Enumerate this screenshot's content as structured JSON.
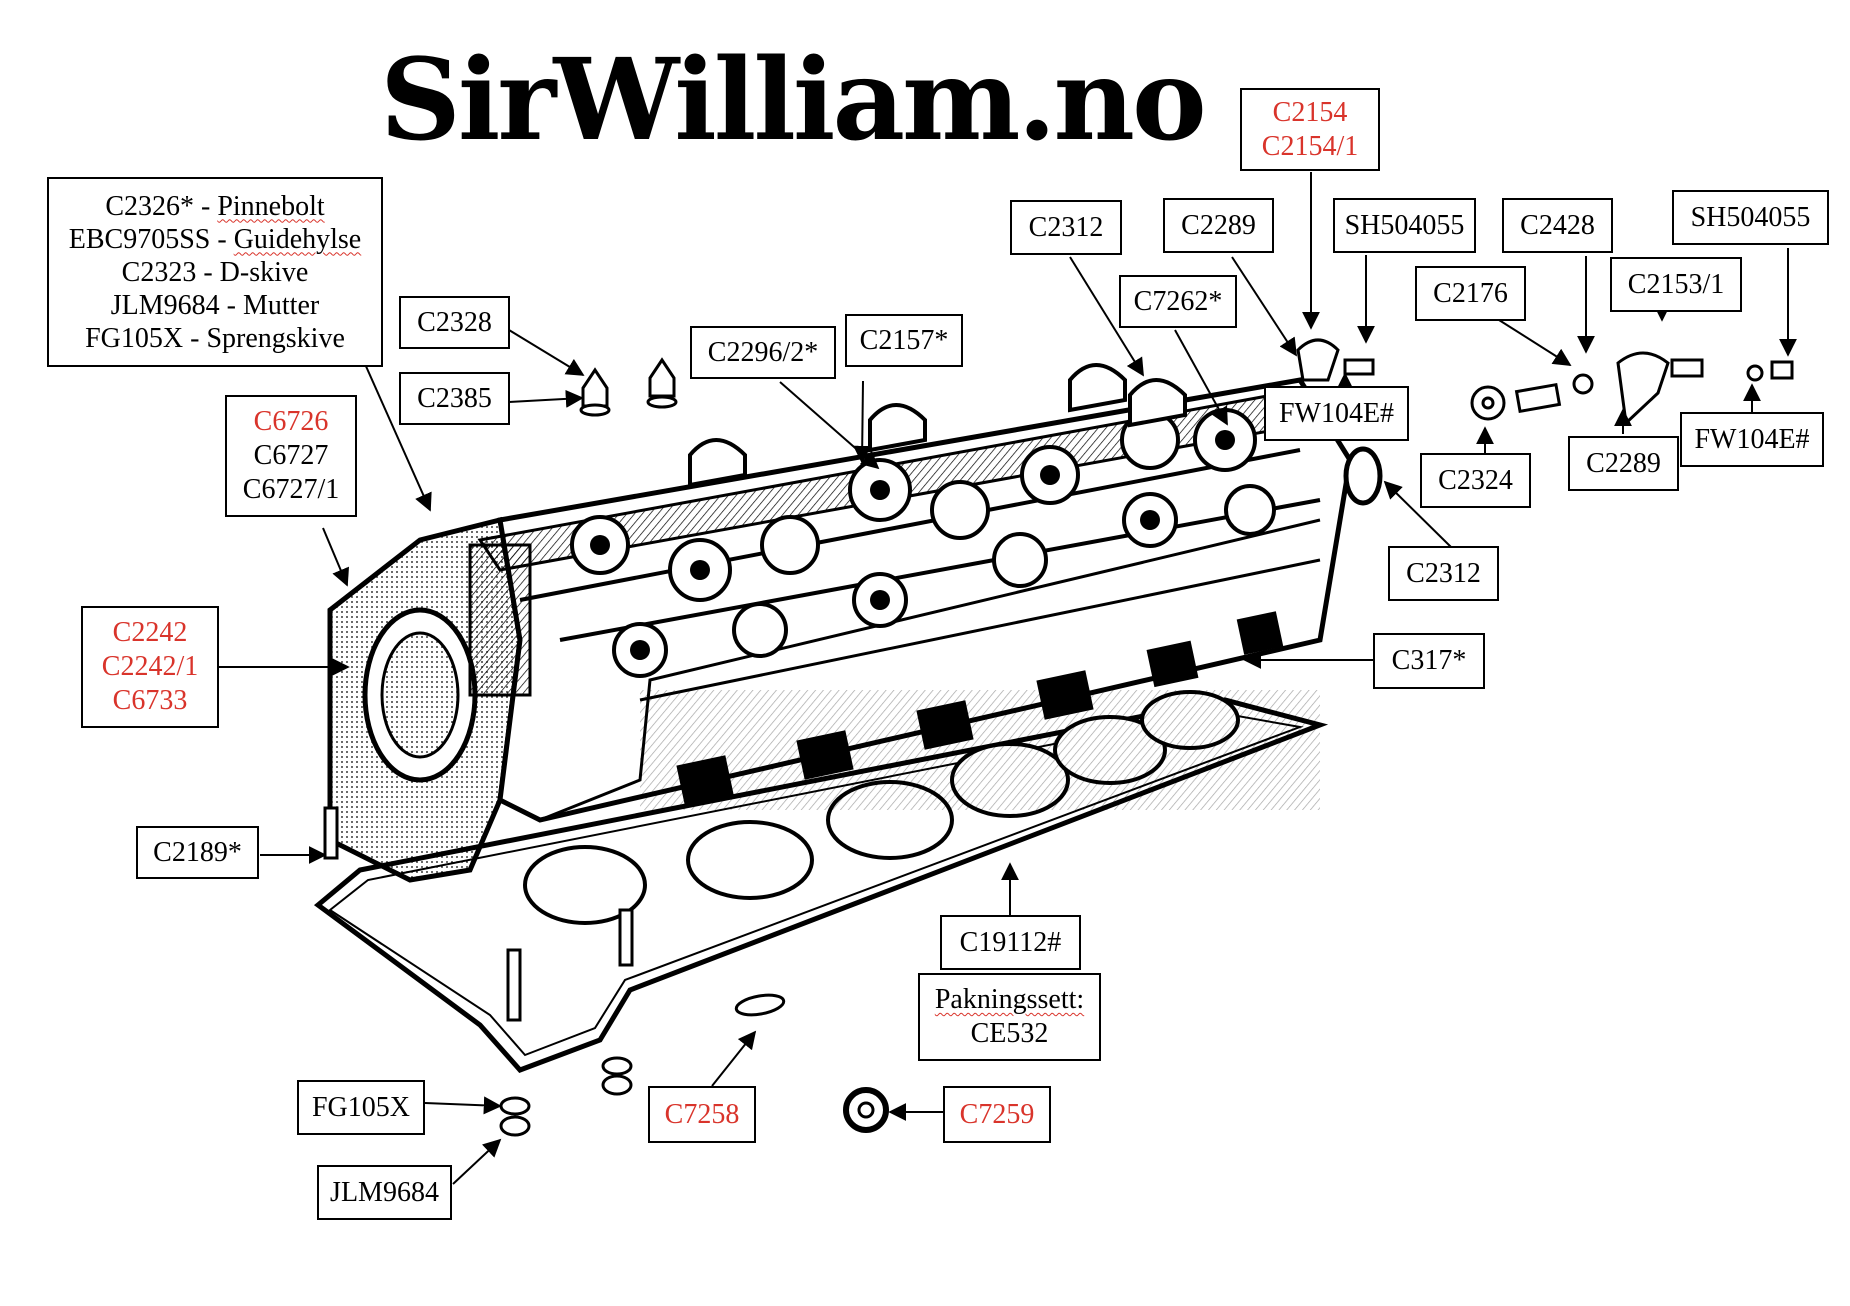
{
  "title": "SirWilliam.no",
  "legend_box": {
    "lines": [
      {
        "code": "C2326*",
        "sep": " - ",
        "name": "Pinnebolt"
      },
      {
        "code": "EBC9705SS",
        "sep": " - ",
        "name": "Guidehylse"
      },
      {
        "code": "C2323",
        "sep": " - ",
        "name": "D-skive"
      },
      {
        "code": "JLM9684",
        "sep": " - ",
        "name": "Mutter"
      },
      {
        "code": "FG105X",
        "sep": " - ",
        "name": "Sprengskive"
      }
    ]
  },
  "labels": {
    "c2328": {
      "text": "C2328",
      "red": false
    },
    "c2385": {
      "text": "C2385",
      "red": false
    },
    "c6726_group": {
      "lines": [
        {
          "text": "C6726",
          "red": true
        },
        {
          "text": "C6727",
          "red": false
        },
        {
          "text": "C6727/1",
          "red": false
        }
      ]
    },
    "c2242_group": {
      "lines": [
        {
          "text": "C2242",
          "red": true
        },
        {
          "text": "C2242/1",
          "red": true
        },
        {
          "text": "C6733",
          "red": true
        }
      ]
    },
    "c2189": {
      "text": "C2189*",
      "red": false
    },
    "c2296_2": {
      "text": "C2296/2*",
      "red": false
    },
    "c2157": {
      "text": "C2157*",
      "red": false
    },
    "c2312_top": {
      "text": "C2312",
      "red": false
    },
    "c7262": {
      "text": "C7262*",
      "red": false
    },
    "c2289_top": {
      "text": "C2289",
      "red": false
    },
    "c2154_group": {
      "lines": [
        {
          "text": "C2154",
          "red": true
        },
        {
          "text": "C2154/1",
          "red": true
        }
      ]
    },
    "sh504055_a": {
      "text": "SH504055",
      "red": false
    },
    "fw104e_a": {
      "text": "FW104E#",
      "red": false
    },
    "c2428": {
      "text": "C2428",
      "red": false
    },
    "c2176": {
      "text": "C2176",
      "red": false
    },
    "c2324": {
      "text": "C2324",
      "red": false
    },
    "c2153_1": {
      "text": "C2153/1",
      "red": false
    },
    "sh504055_b": {
      "text": "SH504055",
      "red": false
    },
    "c2289_right": {
      "text": "C2289",
      "red": false
    },
    "fw104e_b": {
      "text": "FW104E#",
      "red": false
    },
    "c2312_right": {
      "text": "C2312",
      "red": false
    },
    "c317": {
      "text": "C317*",
      "red": false
    },
    "c19112": {
      "text": "C19112#",
      "red": false
    },
    "gasket_set": {
      "label": "Pakningssett:",
      "code": "CE532"
    },
    "fg105x": {
      "text": "FG105X",
      "red": false
    },
    "jlm9684": {
      "text": "JLM9684",
      "red": false
    },
    "c7258": {
      "text": "C7258",
      "red": true
    },
    "c7259": {
      "text": "C7259",
      "red": true
    }
  },
  "colors": {
    "red": "#d9342b",
    "ink": "#000000"
  }
}
